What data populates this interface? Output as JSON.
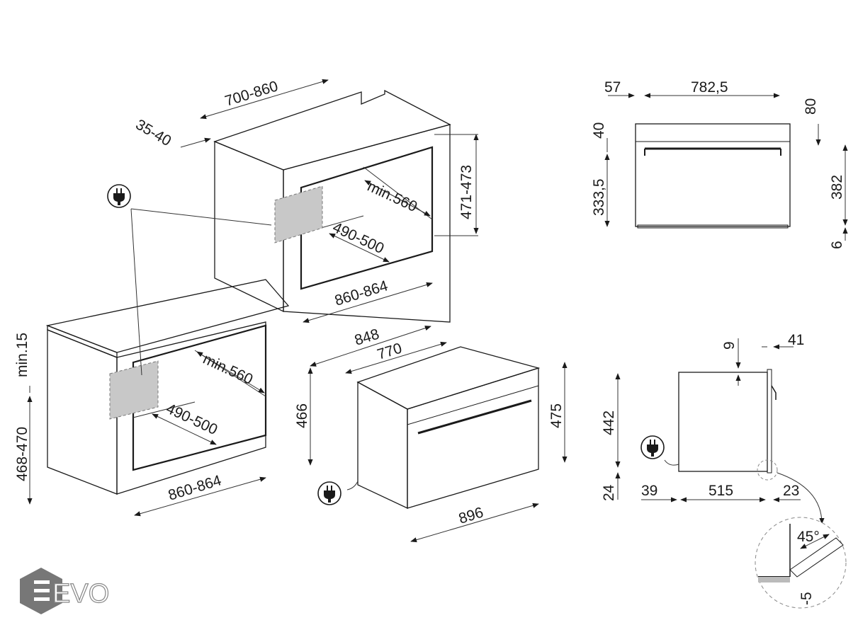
{
  "brand": {
    "text": "EVO"
  },
  "labels": {
    "top_depth": "700-860",
    "top_gap": "35-40",
    "top_niche_height": "471-473",
    "top_niche_depth": "min.560",
    "top_niche_inner": "490-500",
    "top_niche_width": "860-864",
    "low_gap": "min.15",
    "low_height": "468-470",
    "low_niche_depth": "min.560",
    "low_niche_inner": "490-500",
    "low_niche_width": "860-864",
    "oven_depth_total": "848",
    "oven_depth_body": "770",
    "oven_height_body": "466",
    "oven_height_front": "475",
    "oven_width": "896",
    "front_left": "57",
    "front_width": "782,5",
    "front_top": "80",
    "front_strip": "40",
    "front_body": "333,5",
    "front_total": "382",
    "front_bottom": "6",
    "side_top": "9",
    "side_handle": "41",
    "side_height": "442",
    "side_bottom": "24",
    "side_back": "39",
    "side_depth": "515",
    "side_front": "23",
    "detail_angle": "45°",
    "detail_offset": "-5"
  },
  "icons": [
    "plug-icon",
    "plug-icon",
    "plug-icon",
    "plug-icon"
  ]
}
